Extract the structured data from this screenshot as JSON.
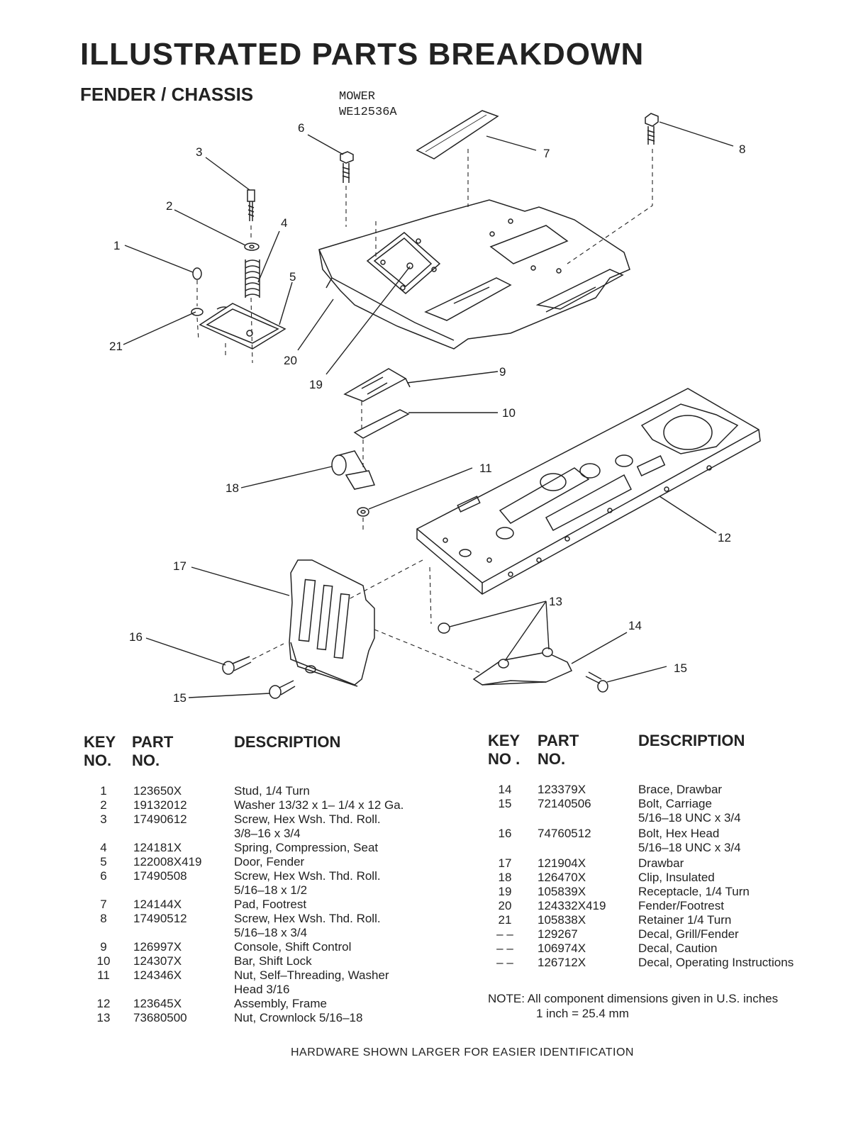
{
  "page_title": "ILLUSTRATED PARTS BREAKDOWN",
  "section_title": "FENDER / CHASSIS",
  "model_line1": "MOWER",
  "model_line2": "WE12536A",
  "callouts": [
    "1",
    "2",
    "3",
    "4",
    "5",
    "6",
    "7",
    "8",
    "9",
    "10",
    "11",
    "12",
    "13",
    "14",
    "15",
    "15",
    "16",
    "17",
    "18",
    "19",
    "20",
    "21"
  ],
  "table_headers": {
    "key_line1": "KEY",
    "key_line2": "NO.",
    "key_line2_right": "NO .",
    "part_line1": "PART",
    "part_line2": "NO.",
    "description": "DESCRIPTION"
  },
  "parts_left": [
    {
      "key": "1",
      "part": "123650X",
      "desc": [
        "Stud, 1/4 Turn"
      ]
    },
    {
      "key": "2",
      "part": "19132012",
      "desc": [
        "Washer 13/32 x 1– 1/4 x 12 Ga."
      ]
    },
    {
      "key": "3",
      "part": "17490612",
      "desc": [
        "Screw, Hex Wsh. Thd. Roll.",
        "3/8–16 x 3/4"
      ]
    },
    {
      "key": "4",
      "part": "124181X",
      "desc": [
        "Spring, Compression, Seat"
      ]
    },
    {
      "key": "5",
      "part": "122008X419",
      "desc": [
        "Door, Fender"
      ]
    },
    {
      "key": "6",
      "part": "17490508",
      "desc": [
        "Screw, Hex Wsh. Thd. Roll.",
        "5/16–18 x 1/2"
      ]
    },
    {
      "key": "7",
      "part": "124144X",
      "desc": [
        "Pad, Footrest"
      ]
    },
    {
      "key": "8",
      "part": "17490512",
      "desc": [
        "Screw, Hex Wsh. Thd. Roll.",
        "5/16–18 x 3/4"
      ]
    },
    {
      "key": "9",
      "part": "126997X",
      "desc": [
        "Console, Shift Control"
      ]
    },
    {
      "key": "10",
      "part": "124307X",
      "desc": [
        "Bar, Shift Lock"
      ]
    },
    {
      "key": "11",
      "part": "124346X",
      "desc": [
        "Nut, Self–Threading, Washer",
        "Head 3/16"
      ]
    },
    {
      "key": "12",
      "part": "123645X",
      "desc": [
        "Assembly, Frame"
      ]
    },
    {
      "key": "13",
      "part": "73680500",
      "desc": [
        "Nut, Crownlock 5/16–18"
      ]
    }
  ],
  "parts_right": [
    {
      "key": "14",
      "part": "123379X",
      "desc": [
        "Brace, Drawbar"
      ]
    },
    {
      "key": "15",
      "part": "72140506",
      "desc": [
        "Bolt, Carriage",
        "5/16–18 UNC x 3/4"
      ]
    },
    {
      "key": "16",
      "part": "74760512",
      "desc": [
        "Bolt, Hex Head",
        "5/16–18 UNC x 3/4"
      ]
    },
    {
      "key": "17",
      "part": "121904X",
      "desc": [
        "Drawbar"
      ]
    },
    {
      "key": "18",
      "part": "126470X",
      "desc": [
        "Clip, Insulated"
      ]
    },
    {
      "key": "19",
      "part": "105839X",
      "desc": [
        "Receptacle, 1/4 Turn"
      ]
    },
    {
      "key": "20",
      "part": "124332X419",
      "desc": [
        "Fender/Footrest"
      ]
    },
    {
      "key": "21",
      "part": "105838X",
      "desc": [
        "Retainer 1/4 Turn"
      ]
    },
    {
      "key": "– –",
      "part": "129267",
      "desc": [
        "Decal, Grill/Fender"
      ]
    },
    {
      "key": "– –",
      "part": "106974X",
      "desc": [
        "Decal, Caution"
      ]
    },
    {
      "key": "– –",
      "part": "126712X",
      "desc": [
        "Decal, Operating Instructions"
      ]
    }
  ],
  "note_line1": "NOTE: All component dimensions given in U.S. inches",
  "note_line2": "1 inch = 25.4 mm",
  "footer": "HARDWARE SHOWN LARGER FOR EASIER IDENTIFICATION"
}
